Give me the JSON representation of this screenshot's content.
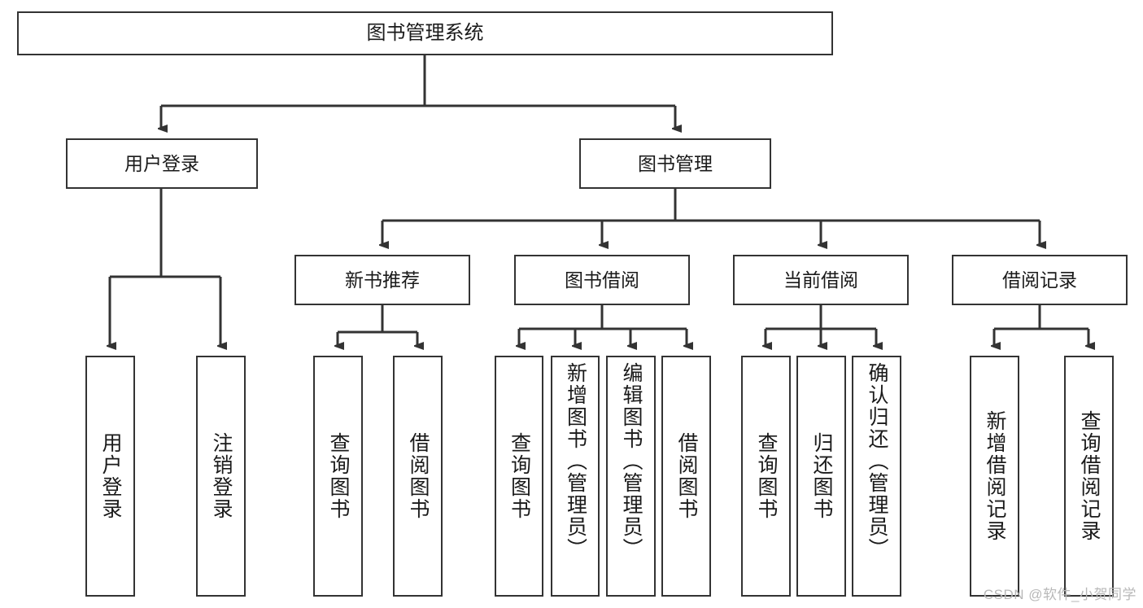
{
  "diagram": {
    "title": "图书管理系统",
    "type": "tree-hierarchy",
    "watermark": "CSDN @软件_小贺同学",
    "colors": {
      "box_border": "#333333",
      "box_fill": "#ffffff",
      "connector": "#333333",
      "text": "#1a1a1a",
      "watermark": "#b8b8b8",
      "background": "#ffffff"
    },
    "nodes": {
      "root": {
        "label": "图书管理系统"
      },
      "level2": [
        {
          "label": "用户登录"
        },
        {
          "label": "图书管理"
        }
      ],
      "level3": [
        {
          "label": "新书推荐"
        },
        {
          "label": "图书借阅"
        },
        {
          "label": "当前借阅"
        },
        {
          "label": "借阅记录"
        }
      ],
      "leaves_user_login": [
        {
          "label": "用户登录"
        },
        {
          "label": "注销登录"
        }
      ],
      "leaves_new_book": [
        {
          "label": "查询图书"
        },
        {
          "label": "借阅图书"
        }
      ],
      "leaves_borrow": [
        {
          "label": "查询图书"
        },
        {
          "label": "新增图书（管理员）"
        },
        {
          "label": "编辑图书（管理员）"
        },
        {
          "label": "借阅图书"
        }
      ],
      "leaves_current": [
        {
          "label": "查询图书"
        },
        {
          "label": "归还图书"
        },
        {
          "label": "确认归还（管理员）"
        }
      ],
      "leaves_record": [
        {
          "label": "新增借阅记录"
        },
        {
          "label": "查询借阅记录"
        }
      ]
    }
  }
}
